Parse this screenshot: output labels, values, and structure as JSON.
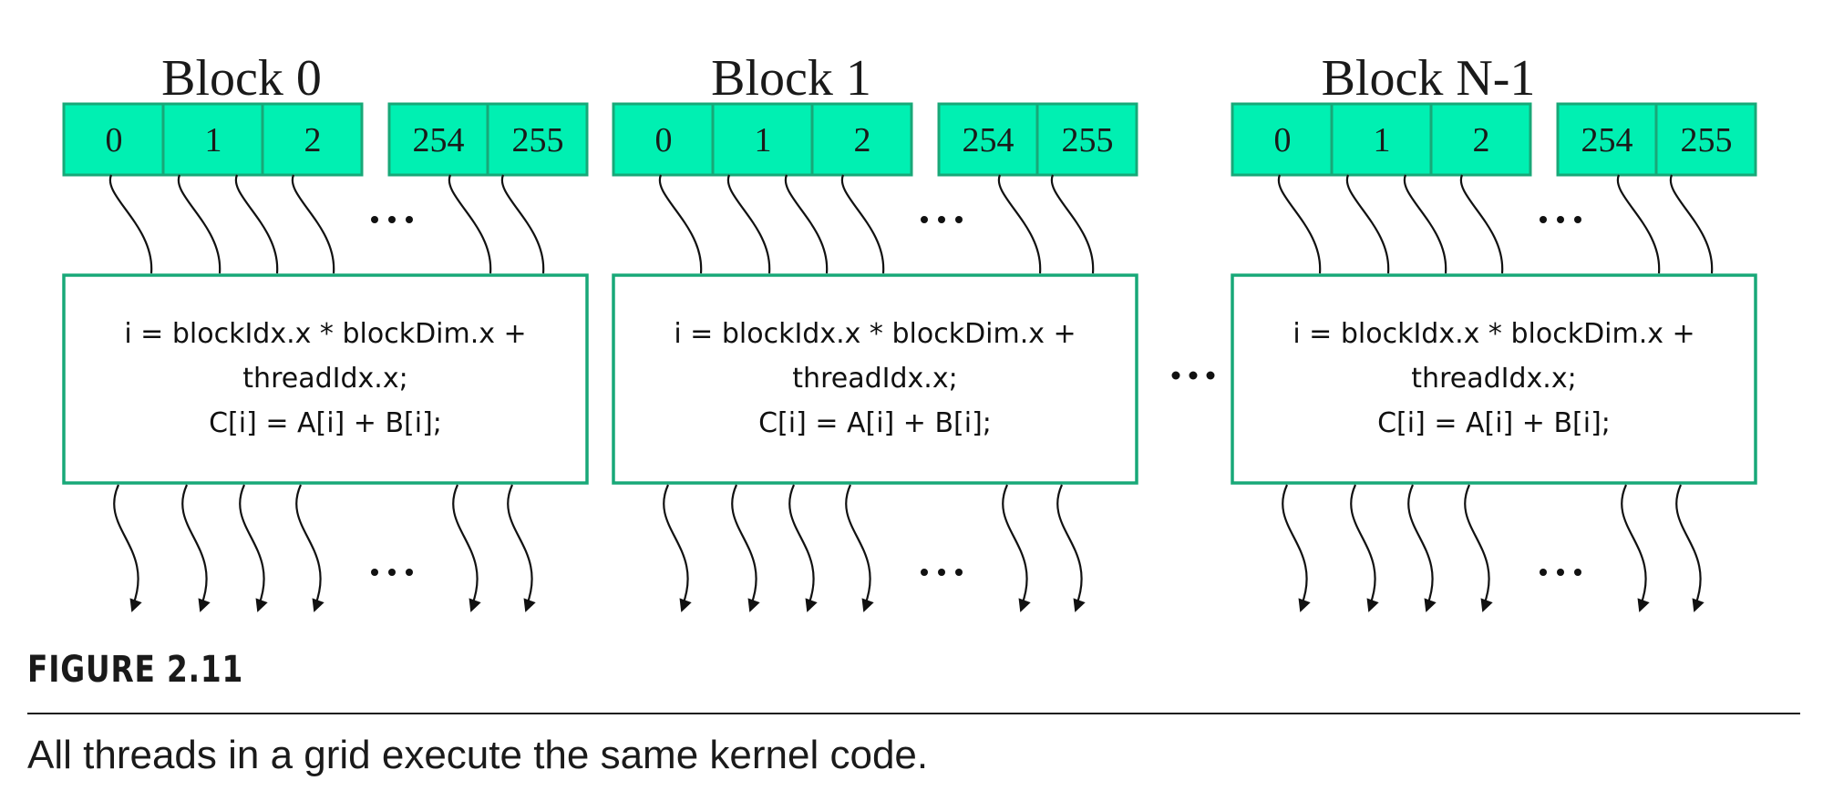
{
  "blocks": [
    {
      "title": "Block 0",
      "threads": [
        "0",
        "1",
        "2",
        "254",
        "255"
      ],
      "kernel_lines": [
        "i = blockIdx.x * blockDim.x +",
        "threadIdx.x;",
        "C[i] = A[i] + B[i];"
      ]
    },
    {
      "title": "Block 1",
      "threads": [
        "0",
        "1",
        "2",
        "254",
        "255"
      ],
      "kernel_lines": [
        "i = blockIdx.x * blockDim.x +",
        "threadIdx.x;",
        "C[i] = A[i] + B[i];"
      ]
    },
    {
      "title": "Block N-1",
      "threads": [
        "0",
        "1",
        "2",
        "254",
        "255"
      ],
      "kernel_lines": [
        "i = blockIdx.x * blockDim.x +",
        "threadIdx.x;",
        "C[i] = A[i] + B[i];"
      ]
    }
  ],
  "colors": {
    "thread_cell_fill": "#00f0b2",
    "box_border": "#18a878"
  },
  "figure": {
    "label": "FIGURE 2.11",
    "caption": "All threads in a grid execute the same kernel code."
  }
}
